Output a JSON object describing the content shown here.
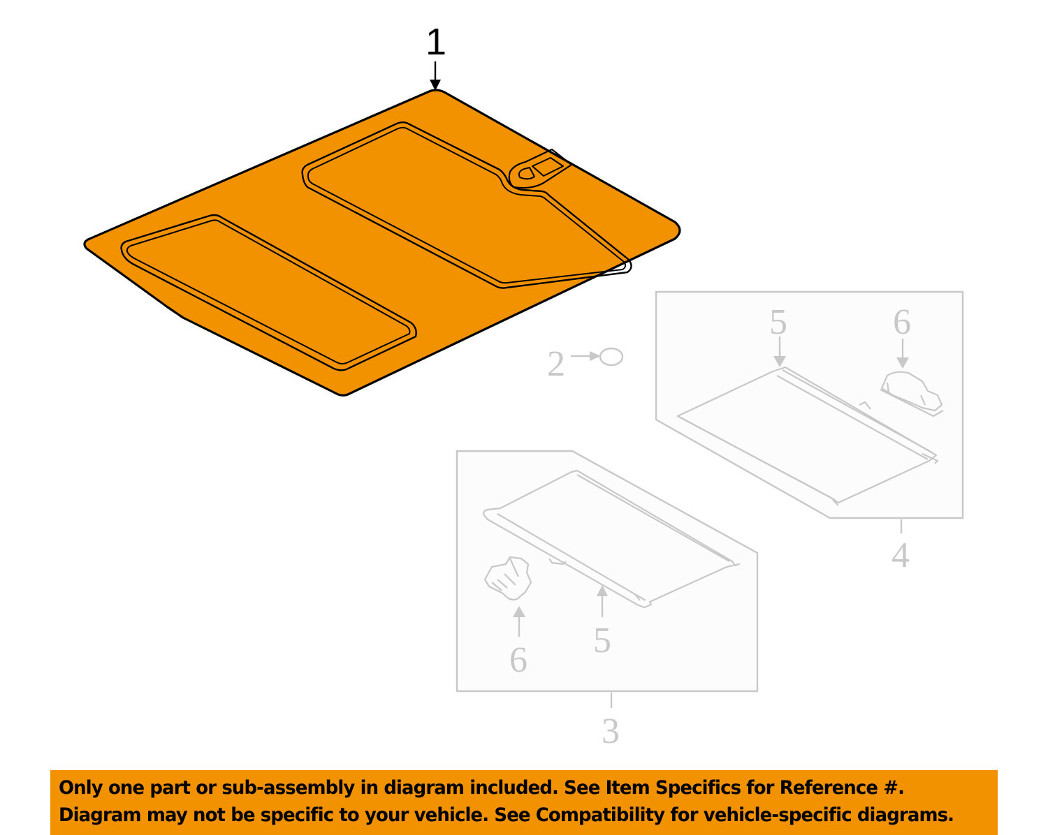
{
  "diagram": {
    "title": "Cargo area floor cover / tonneau cover parts diagram",
    "highlight_color": "#f39200",
    "outline_color": "#000000",
    "inactive_color": "#c8c8c8",
    "callouts": [
      {
        "number": "1",
        "label": "Floor cover / cargo mat (highlighted)",
        "highlighted": true
      },
      {
        "number": "2",
        "label": "Plug",
        "highlighted": false
      },
      {
        "number": "3",
        "label": "Cargo cover assembly (lower)",
        "highlighted": false
      },
      {
        "number": "4",
        "label": "Cargo cover assembly (upper)",
        "highlighted": false
      },
      {
        "number": "5",
        "label": "Cover (upper group)",
        "highlighted": false
      },
      {
        "number": "6",
        "label": "Bracket (upper group)",
        "highlighted": false
      },
      {
        "number": "5",
        "label": "Cover (lower group)",
        "highlighted": false
      },
      {
        "number": "6",
        "label": "Bracket (lower group)",
        "highlighted": false
      }
    ]
  },
  "banner": {
    "background": "#f39200",
    "line1": "Only one part or sub-assembly in diagram included. See Item Specifics for Reference #.",
    "line2": "Diagram may not be specific to your vehicle. See Compatibility for vehicle-specific diagrams."
  }
}
